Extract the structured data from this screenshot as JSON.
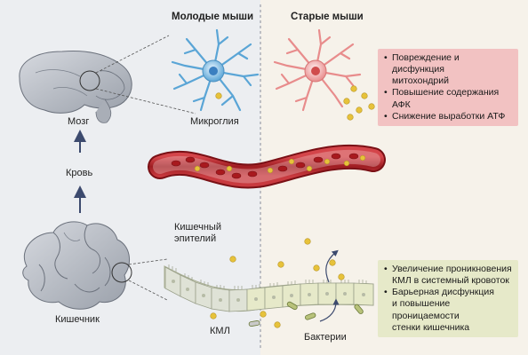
{
  "headers": {
    "young": "Молодые мыши",
    "old": "Старые мыши"
  },
  "labels": {
    "brain": "Мозг",
    "blood": "Кровь",
    "gut": "Кишечник",
    "microglia": "Микроглия",
    "epithelium_line1": "Кишечный",
    "epithelium_line2": "эпителий",
    "kml": "КМЛ",
    "bacteria": "Бактерии"
  },
  "brain_effects": {
    "items": [
      [
        "Повреждение и дисфункция",
        "митохондрий"
      ],
      [
        "Повышение содержания АФК"
      ],
      [
        "Снижение выработки АТФ"
      ]
    ]
  },
  "gut_effects": {
    "items": [
      [
        "Увеличение проникновения",
        "КМЛ в системный кровоток"
      ],
      [
        "Барьерная дисфункция",
        "и повышение проницаемости",
        "стенки кишечника"
      ]
    ]
  },
  "colors": {
    "left_bg": "#eceef1",
    "right_bg": "#f6f2ea",
    "young_microglia": "#5aa5d6",
    "old_microglia": "#e88c8c",
    "brain_box": "#f2c2c2",
    "gut_box": "#e6e9c9",
    "vessel": "#b0262b",
    "particle": "#e7c23a",
    "arrow": "#3c4a6e"
  }
}
